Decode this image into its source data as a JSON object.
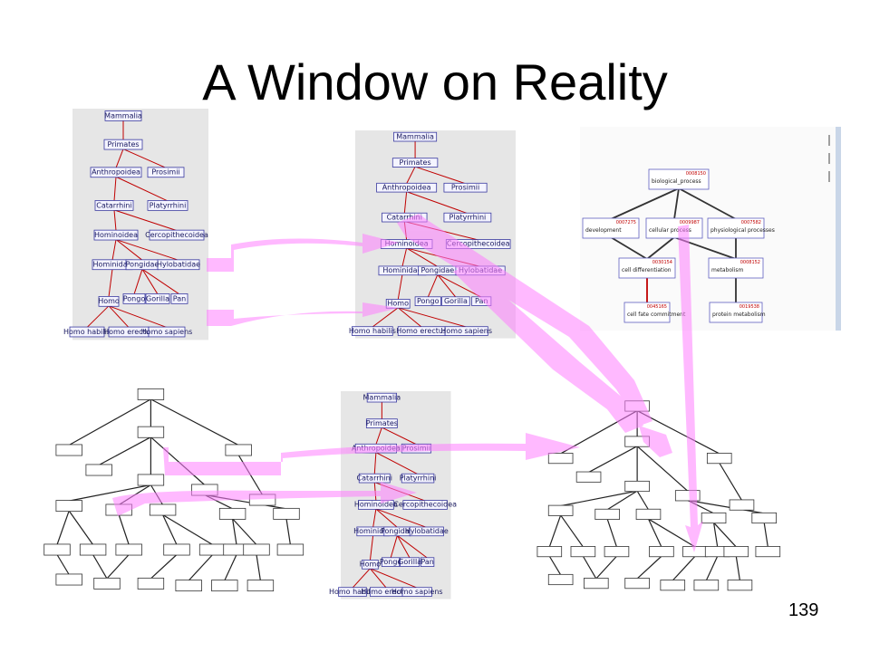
{
  "slide": {
    "title": "A Window on Reality",
    "page_number": "139"
  },
  "taxonomy": {
    "nodes": [
      "Mammalia",
      "Primates",
      "Anthropoidea",
      "Prosimii",
      "Catarrhini",
      "Platyrrhini",
      "Hominoidea",
      "Cercopithecoidea",
      "Hominidae",
      "Pongidae",
      "Hylobatidae",
      "Homo",
      "Pongo",
      "Gorilla",
      "Pan",
      "Homo habilis",
      "Homo erectus",
      "Homo sapiens"
    ]
  },
  "go_tree": {
    "nodes": [
      {
        "id": "0008150",
        "label": "biological_process"
      },
      {
        "id": "0007275",
        "label": "development"
      },
      {
        "id": "0009987",
        "label": "cellular process"
      },
      {
        "id": "0007582",
        "label": "physiological processes"
      },
      {
        "id": "0030154",
        "label": "cell differentiation"
      },
      {
        "id": "0008152",
        "label": "metabolism"
      },
      {
        "id": "0045165",
        "label": "cell fate commitment"
      },
      {
        "id": "0019538",
        "label": "protein metabolism"
      }
    ]
  },
  "colors": {
    "arrow": "#ff80ff",
    "panel": "#e6e6e6",
    "node_border": "#3a3aa0",
    "edge": "#c00000"
  }
}
